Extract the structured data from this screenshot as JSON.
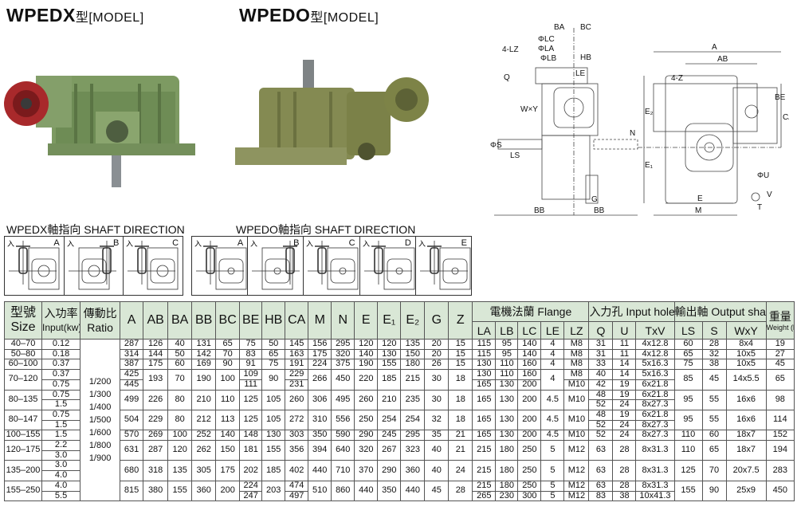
{
  "titles": {
    "wpedx": "WPEDX",
    "wpedx_suffix": "型[MODEL]",
    "wpedo": "WPEDO",
    "wpedo_suffix": "型[MODEL]"
  },
  "shaft_direction": {
    "wpedx_title": "WPEDX軸指向  SHAFT DIRECTION",
    "wpedo_title": "WPEDO軸指向  SHAFT DIRECTION",
    "wpedx_panels": [
      "A",
      "B",
      "C"
    ],
    "wpedo_panels": [
      "A",
      "B",
      "C",
      "D",
      "E"
    ]
  },
  "drawing_labels": {
    "ba": "BA",
    "bc": "BC",
    "lc": "ΦLC",
    "la": "ΦLA",
    "lb": "ΦLB",
    "hb": "HB",
    "le": "LE",
    "lz": "4-LZ",
    "q": "Q",
    "wy": "W×Y",
    "s": "ΦS",
    "ls": "LS",
    "n": "N",
    "bb1": "BB",
    "bb2": "BB",
    "g": "G",
    "a": "A",
    "ab": "AB",
    "z": "4-Z",
    "be": "BE",
    "ca": "CA",
    "e2": "E₂",
    "e1": "E₁",
    "e": "E",
    "m": "M",
    "u": "ΦU",
    "v": "V",
    "t": "T"
  },
  "table": {
    "headers": {
      "size_cn": "型號",
      "size_en": "Size",
      "input_cn": "入功率",
      "input_en": "Input(kw)",
      "ratio_cn": "傳動比",
      "ratio_en": "Ratio",
      "dims": [
        "A",
        "AB",
        "BA",
        "BB",
        "BC",
        "BE",
        "HB",
        "CA",
        "M",
        "N",
        "E",
        "E₁",
        "E₂",
        "G",
        "Z"
      ],
      "flange": "電機法蘭 Flange",
      "flange_cols": [
        "LA",
        "LB",
        "LC",
        "LE",
        "LZ"
      ],
      "input_hole": "入力孔 Input hole",
      "input_hole_cols": [
        "Q",
        "U",
        "TxV"
      ],
      "output_shaft": "輸出軸 Output shaft",
      "output_shaft_cols": [
        "LS",
        "S",
        "WxY"
      ],
      "weight_cn": "重量",
      "weight_en": "Weight (kg)"
    },
    "ratios": [
      "1/200",
      "1/300",
      "1/400",
      "1/500",
      "1/600",
      "1/800",
      "1/900"
    ],
    "rows": [
      {
        "size": "40–70",
        "inputs": [
          "0.12"
        ],
        "cells": [
          "287",
          "126",
          "40",
          "131",
          "65",
          "75",
          "50",
          "145",
          "156",
          "295",
          "120",
          "120",
          "135",
          "20",
          "15",
          "115",
          "95",
          "140",
          "4",
          "M8",
          "31",
          "11",
          "4x12.8",
          "60",
          "28",
          "8x4",
          "19"
        ]
      },
      {
        "size": "50–80",
        "inputs": [
          "0.18"
        ],
        "cells": [
          "314",
          "144",
          "50",
          "142",
          "70",
          "83",
          "65",
          "163",
          "175",
          "320",
          "140",
          "130",
          "150",
          "20",
          "15",
          "115",
          "95",
          "140",
          "4",
          "M8",
          "31",
          "11",
          "4x12.8",
          "65",
          "32",
          "10x5",
          "27"
        ]
      },
      {
        "size": "60–100",
        "inputs": [
          "0.37"
        ],
        "cells": [
          "387",
          "175",
          "60",
          "169",
          "90",
          "91",
          "75",
          "191",
          "224",
          "375",
          "190",
          "155",
          "180",
          "26",
          "15",
          "130",
          "110",
          "160",
          "4",
          "M8",
          "33",
          "14",
          "5x16.3",
          "75",
          "38",
          "10x5",
          "45"
        ]
      },
      {
        "size": "70–120",
        "inputs": [
          "0.37",
          "0.75"
        ],
        "cells": [
          [
            "425",
            "445"
          ],
          "193",
          "70",
          "190",
          "100",
          [
            "109",
            "111"
          ],
          "90",
          [
            "229",
            "231"
          ],
          "266",
          "450",
          "220",
          "185",
          "215",
          "30",
          "18",
          [
            "130",
            "165"
          ],
          [
            "110",
            "130"
          ],
          [
            "160",
            "200"
          ],
          "4",
          [
            "M8",
            "M10"
          ],
          [
            "40",
            "42"
          ],
          [
            "14",
            "19"
          ],
          [
            "5x16.3",
            "6x21.8"
          ],
          "85",
          "45",
          "14x5.5",
          "65"
        ]
      },
      {
        "size": "80–135",
        "inputs": [
          "0.75",
          "1.5"
        ],
        "cells": [
          "499",
          "226",
          "80",
          "210",
          "110",
          "125",
          "105",
          "260",
          "306",
          "495",
          "260",
          "210",
          "235",
          "30",
          "18",
          "165",
          "130",
          "200",
          "4.5",
          "M10",
          [
            "48",
            "52"
          ],
          [
            "19",
            "24"
          ],
          [
            "6x21.8",
            "8x27.3"
          ],
          "95",
          "55",
          "16x6",
          "98"
        ]
      },
      {
        "size": "80–147",
        "inputs": [
          "0.75",
          "1.5"
        ],
        "cells": [
          "504",
          "229",
          "80",
          "212",
          "113",
          "125",
          "105",
          "272",
          "310",
          "556",
          "250",
          "254",
          "254",
          "32",
          "18",
          "165",
          "130",
          "200",
          "4.5",
          "M10",
          [
            "48",
            "52"
          ],
          [
            "19",
            "24"
          ],
          [
            "6x21.8",
            "8x27.3"
          ],
          "95",
          "55",
          "16x6",
          "114"
        ]
      },
      {
        "size": "100–155",
        "inputs": [
          "1.5"
        ],
        "cells": [
          "570",
          "269",
          "100",
          "252",
          "140",
          "148",
          "130",
          "303",
          "350",
          "590",
          "290",
          "245",
          "295",
          "35",
          "21",
          "165",
          "130",
          "200",
          "4.5",
          "M10",
          "52",
          "24",
          "8x27.3",
          "110",
          "60",
          "18x7",
          "152"
        ]
      },
      {
        "size": "120–175",
        "inputs": [
          "2.2",
          "3.0"
        ],
        "cells": [
          "631",
          "287",
          "120",
          "262",
          "150",
          "181",
          "155",
          "356",
          "394",
          "640",
          "320",
          "267",
          "323",
          "40",
          "21",
          "215",
          "180",
          "250",
          "5",
          "M12",
          "63",
          "28",
          "8x31.3",
          "110",
          "65",
          "18x7",
          "194"
        ]
      },
      {
        "size": "135–200",
        "inputs": [
          "3.0",
          "4.0"
        ],
        "cells": [
          "680",
          "318",
          "135",
          "305",
          "175",
          "202",
          "185",
          "402",
          "440",
          "710",
          "370",
          "290",
          "360",
          "40",
          "24",
          "215",
          "180",
          "250",
          "5",
          "M12",
          "63",
          "28",
          "8x31.3",
          "125",
          "70",
          "20x7.5",
          "283"
        ]
      },
      {
        "size": "155–250",
        "inputs": [
          "4.0",
          "5.5"
        ],
        "cells": [
          "815",
          "380",
          "155",
          "360",
          "200",
          [
            "224",
            "247"
          ],
          "203",
          [
            "474",
            "497"
          ],
          "510",
          "860",
          "440",
          "350",
          "440",
          "45",
          "28",
          [
            "215",
            "265"
          ],
          [
            "180",
            "230"
          ],
          [
            "250",
            "300"
          ],
          [
            "5",
            "5"
          ],
          [
            "M12",
            "M12"
          ],
          [
            "63",
            "83"
          ],
          [
            "28",
            "38"
          ],
          [
            "8x31.3",
            "10x41.3"
          ],
          "155",
          "90",
          "25x9",
          "450"
        ]
      }
    ]
  }
}
